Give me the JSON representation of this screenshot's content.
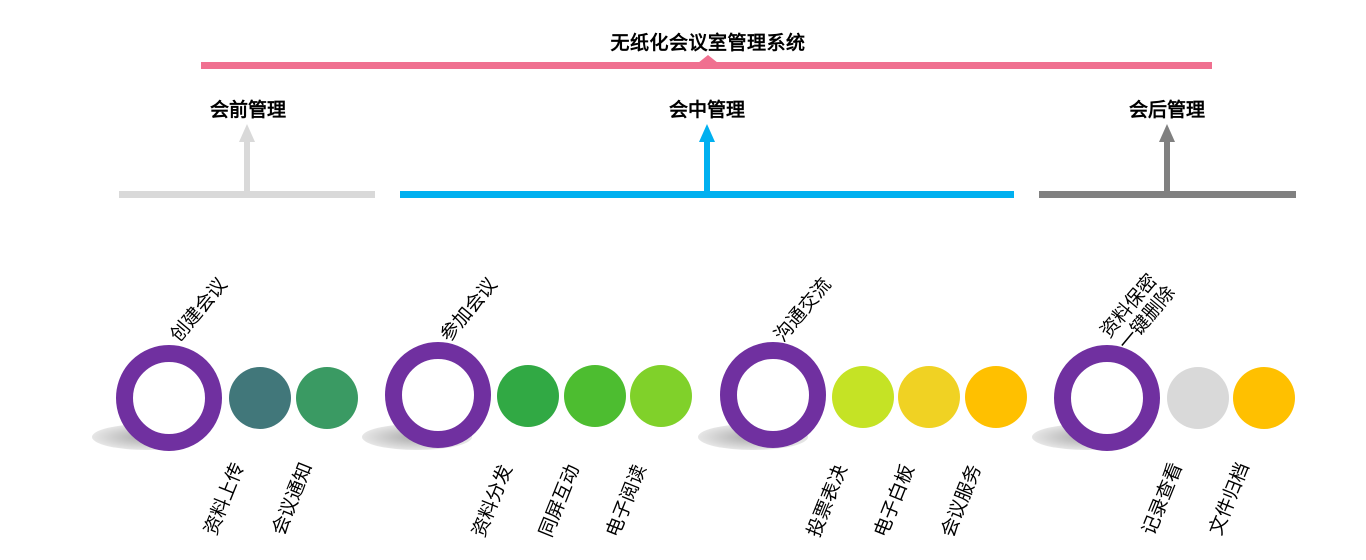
{
  "title": "无纸化会议室管理系统",
  "colors": {
    "title_bar": "#f07090",
    "pre_meeting": "#d9d9d9",
    "in_meeting": "#00b0f0",
    "post_meeting": "#808080",
    "ring": "#7030a0"
  },
  "phases": [
    {
      "label": "会前管理",
      "color": "#d9d9d9"
    },
    {
      "label": "会中管理",
      "color": "#00b0f0"
    },
    {
      "label": "会后管理",
      "color": "#808080"
    }
  ],
  "groups": [
    {
      "label": "创建会议",
      "items": [
        {
          "label": "资料上传",
          "color": "#41777a"
        },
        {
          "label": "会议通知",
          "color": "#3a9a63"
        }
      ]
    },
    {
      "label": "参加会议",
      "items": [
        {
          "label": "资料分发",
          "color": "#31a944"
        },
        {
          "label": "同屏互动",
          "color": "#4dbd30"
        },
        {
          "label": "电子阅读",
          "color": "#80d12a"
        }
      ]
    },
    {
      "label": "沟通交流",
      "items": [
        {
          "label": "投票表决",
          "color": "#c5e325"
        },
        {
          "label": "电子白板",
          "color": "#f0d223"
        },
        {
          "label": "会议服务",
          "color": "#ffc000"
        }
      ]
    },
    {
      "label_line1": "资料保密",
      "label_line2": "一键删除",
      "items": [
        {
          "label": "记录查看",
          "color": "#d9d9d9"
        },
        {
          "label": "文件归档",
          "color": "#ffc000"
        }
      ]
    }
  ]
}
